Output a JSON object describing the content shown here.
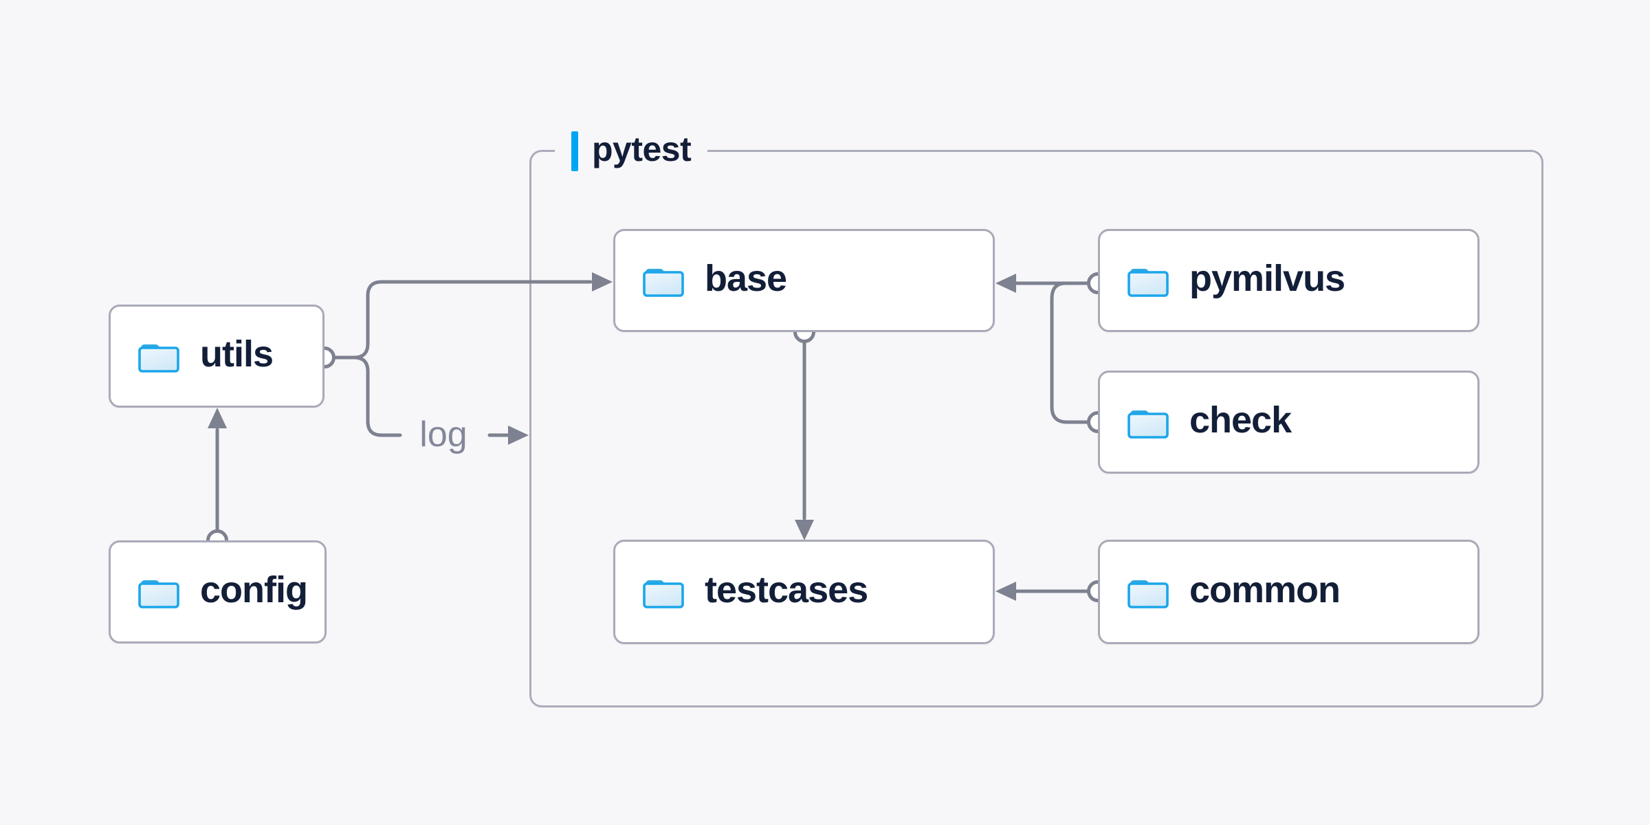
{
  "diagram": {
    "group": {
      "label": "pytest",
      "accent_color": "#00a4f5"
    },
    "nodes": [
      {
        "id": "utils",
        "label": "utils"
      },
      {
        "id": "config",
        "label": "config"
      },
      {
        "id": "base",
        "label": "base"
      },
      {
        "id": "pymilvus",
        "label": "pymilvus"
      },
      {
        "id": "check",
        "label": "check"
      },
      {
        "id": "testcases",
        "label": "testcases"
      },
      {
        "id": "common",
        "label": "common"
      }
    ],
    "edges": [
      {
        "from": "config",
        "to": "utils",
        "label": ""
      },
      {
        "from": "utils",
        "to": "base",
        "label": ""
      },
      {
        "from": "utils",
        "to": "pytest-group",
        "label": "log"
      },
      {
        "from": "pymilvus",
        "to": "base",
        "label": ""
      },
      {
        "from": "check",
        "to": "base",
        "label": ""
      },
      {
        "from": "base",
        "to": "testcases",
        "label": ""
      },
      {
        "from": "common",
        "to": "testcases",
        "label": ""
      }
    ],
    "log_label": "log",
    "colors": {
      "background": "#f7f7f9",
      "node_background": "#ffffff",
      "node_border": "#a9aab8",
      "connector": "#7d8190",
      "label_text": "#131e38",
      "edge_label_text": "#83879a",
      "accent_blue": "#00a4f5",
      "folder_stroke": "#1ba6ea",
      "folder_tab": "#2fa9e1"
    }
  }
}
